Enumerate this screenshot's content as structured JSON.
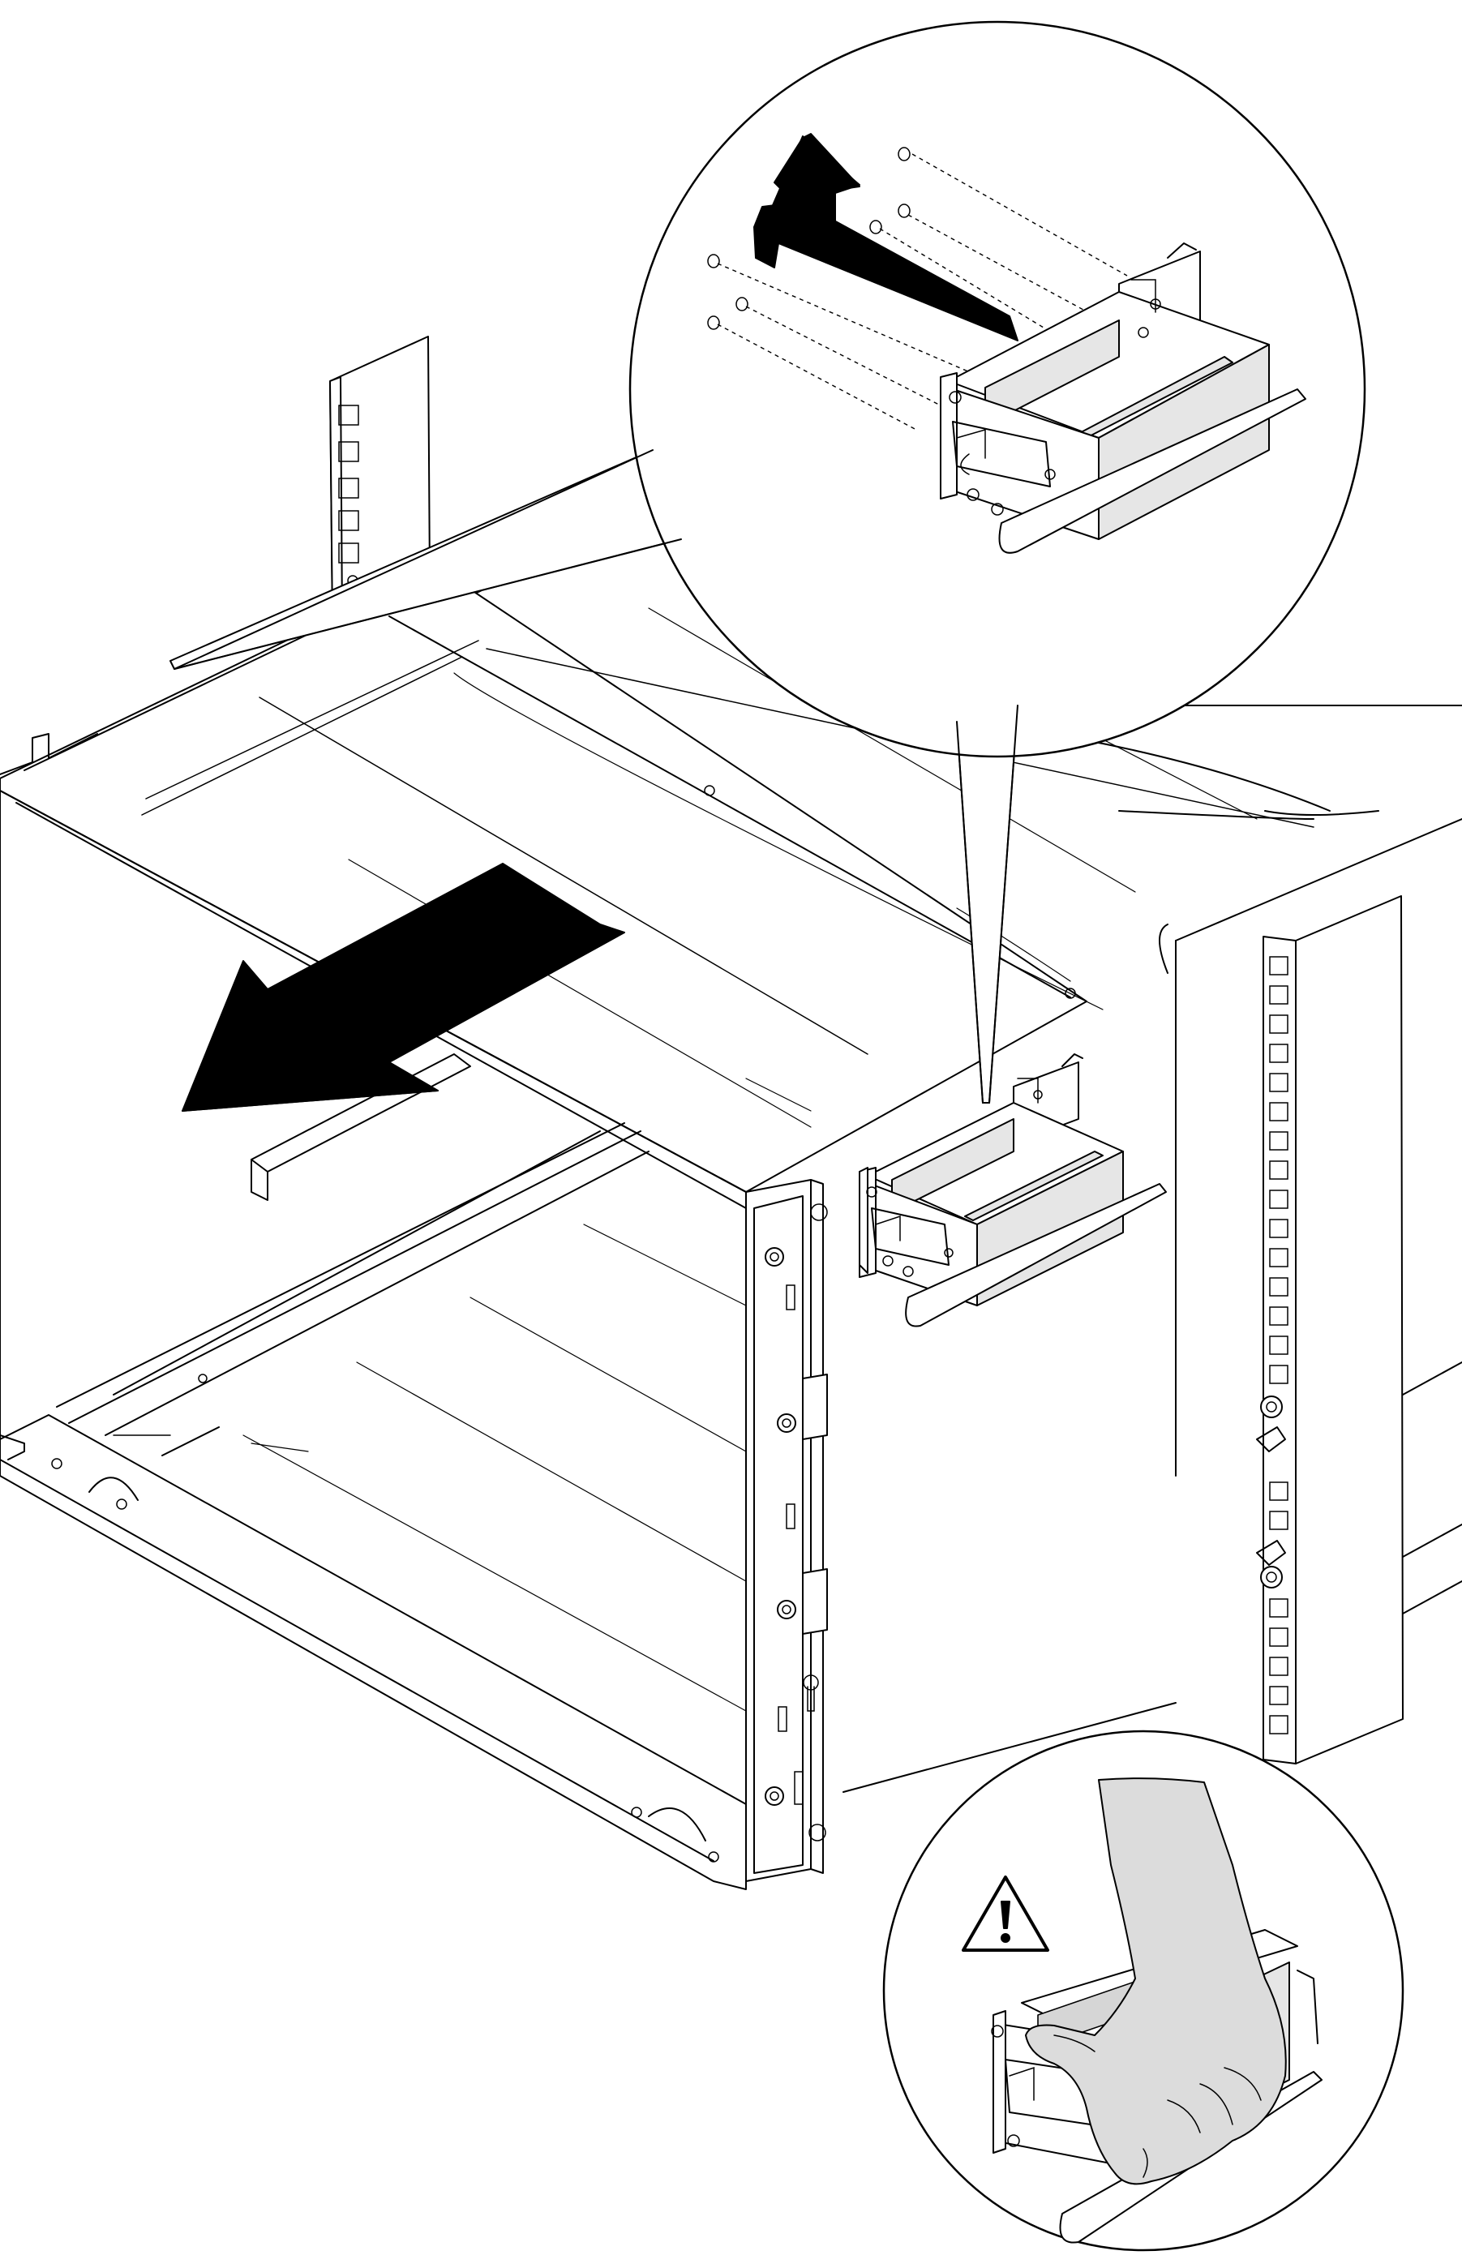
{
  "figure": {
    "callouts": [
      {
        "id": "bracket-detail",
        "icon": "screw-removal-icon"
      },
      {
        "id": "handling-detail",
        "icon": "caution-triangle-icon"
      }
    ],
    "motion_arrows": [
      {
        "id": "chassis-pull-arrow",
        "direction": "out-left"
      },
      {
        "id": "bracket-lift-arrow",
        "direction": "up-out"
      }
    ],
    "colors": {
      "line": "#000000",
      "shade": "#e6e6e6",
      "background": "#ffffff"
    }
  }
}
